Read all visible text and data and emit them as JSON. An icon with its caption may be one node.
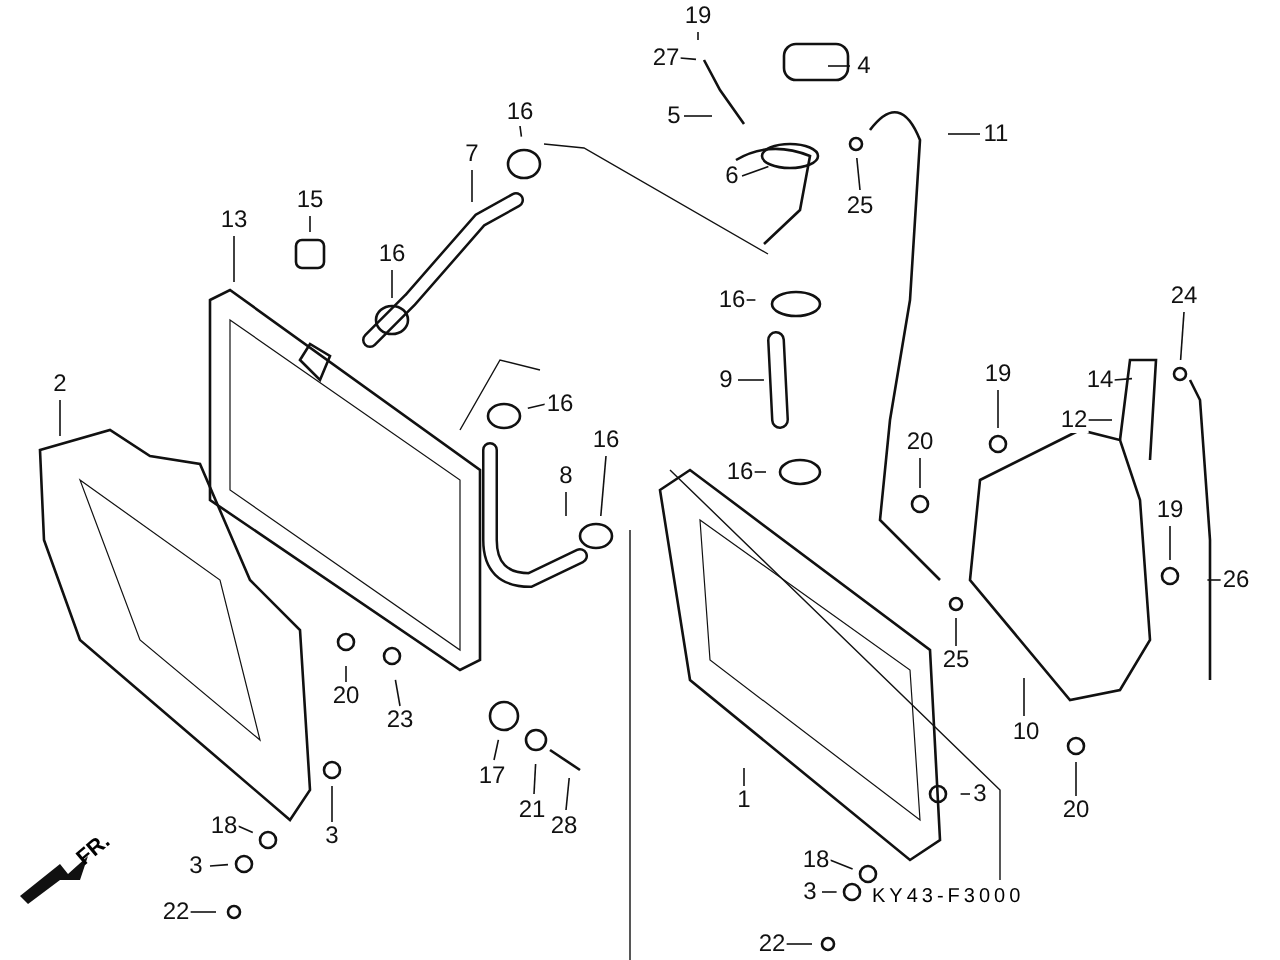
{
  "diagram": {
    "nodes": [
      {
        "text": [
          "19"
        ]
      },
      {
        "text": [
          "27"
        ]
      },
      {
        "text": [
          "4"
        ]
      },
      {
        "text": [
          "5"
        ]
      },
      {
        "text": [
          "6"
        ]
      },
      {
        "text": [
          "7"
        ]
      },
      {
        "text": [
          "16"
        ]
      },
      {
        "text": [
          "11"
        ]
      },
      {
        "text": [
          "25"
        ]
      },
      {
        "text": [
          "13"
        ]
      },
      {
        "text": [
          "15"
        ]
      },
      {
        "text": [
          "16"
        ]
      },
      {
        "text": [
          "16"
        ]
      },
      {
        "text": [
          "16"
        ]
      },
      {
        "text": [
          "8"
        ]
      },
      {
        "text": [
          "16"
        ]
      },
      {
        "text": [
          "9"
        ]
      },
      {
        "text": [
          "16"
        ]
      },
      {
        "text": [
          "19"
        ]
      },
      {
        "text": [
          "20"
        ]
      },
      {
        "text": [
          "24"
        ]
      },
      {
        "text": [
          "14"
        ]
      },
      {
        "text": [
          "12"
        ]
      },
      {
        "text": [
          "2"
        ]
      },
      {
        "text": [
          "20"
        ]
      },
      {
        "text": [
          "23"
        ]
      },
      {
        "text": [
          "19"
        ]
      },
      {
        "text": [
          "26"
        ]
      },
      {
        "text": [
          "25"
        ]
      },
      {
        "text": [
          "10"
        ]
      },
      {
        "text": [
          "1"
        ]
      },
      {
        "text": [
          "3"
        ]
      },
      {
        "text": [
          "17"
        ]
      },
      {
        "text": [
          "21"
        ]
      },
      {
        "text": [
          "28"
        ]
      },
      {
        "text": [
          "3"
        ]
      },
      {
        "text": [
          "18"
        ]
      },
      {
        "text": [
          "3"
        ]
      },
      {
        "text": [
          "22"
        ]
      },
      {
        "text": [
          "20"
        ]
      },
      {
        "text": [
          "18"
        ]
      },
      {
        "text": [
          "3"
        ]
      },
      {
        "text": [
          "22"
        ]
      }
    ],
    "edges": [
      {
        "from": 0,
        "to": null,
        "arrow": "none"
      },
      {
        "from": 1,
        "to": null,
        "arrow": "none"
      },
      {
        "from": 2,
        "to": null,
        "arrow": "none"
      },
      {
        "from": 3,
        "to": null,
        "arrow": "none"
      },
      {
        "from": 4,
        "to": null,
        "arrow": "none"
      },
      {
        "from": 5,
        "to": null,
        "arrow": "none"
      },
      {
        "from": 6,
        "to": null,
        "arrow": "none"
      },
      {
        "from": 7,
        "to": null,
        "arrow": "none"
      },
      {
        "from": 8,
        "to": null,
        "arrow": "none"
      },
      {
        "from": 9,
        "to": null,
        "arrow": "none"
      },
      {
        "from": 10,
        "to": null,
        "arrow": "none"
      },
      {
        "from": 11,
        "to": null,
        "arrow": "none"
      },
      {
        "from": 12,
        "to": null,
        "arrow": "none"
      },
      {
        "from": 13,
        "to": null,
        "arrow": "none"
      },
      {
        "from": 14,
        "to": null,
        "arrow": "none"
      },
      {
        "from": 15,
        "to": null,
        "arrow": "none"
      },
      {
        "from": 16,
        "to": null,
        "arrow": "none"
      },
      {
        "from": 17,
        "to": null,
        "arrow": "none"
      },
      {
        "from": 18,
        "to": null,
        "arrow": "none"
      },
      {
        "from": 19,
        "to": null,
        "arrow": "none"
      },
      {
        "from": 20,
        "to": null,
        "arrow": "none"
      },
      {
        "from": 21,
        "to": null,
        "arrow": "none"
      },
      {
        "from": 22,
        "to": null,
        "arrow": "none"
      },
      {
        "from": 23,
        "to": null,
        "arrow": "none"
      },
      {
        "from": 24,
        "to": null,
        "arrow": "none"
      },
      {
        "from": 25,
        "to": null,
        "arrow": "none"
      },
      {
        "from": 26,
        "to": null,
        "arrow": "none"
      },
      {
        "from": 27,
        "to": null,
        "arrow": "none"
      },
      {
        "from": 28,
        "to": null,
        "arrow": "none"
      },
      {
        "from": 29,
        "to": null,
        "arrow": "none"
      },
      {
        "from": 30,
        "to": null,
        "arrow": "none"
      },
      {
        "from": 31,
        "to": null,
        "arrow": "none"
      },
      {
        "from": 32,
        "to": null,
        "arrow": "none"
      },
      {
        "from": 33,
        "to": null,
        "arrow": "none"
      },
      {
        "from": 34,
        "to": null,
        "arrow": "none"
      },
      {
        "from": 35,
        "to": null,
        "arrow": "none"
      },
      {
        "from": 36,
        "to": null,
        "arrow": "none"
      },
      {
        "from": 37,
        "to": null,
        "arrow": "none"
      },
      {
        "from": 38,
        "to": null,
        "arrow": "none"
      },
      {
        "from": 39,
        "to": null,
        "arrow": "none"
      },
      {
        "from": 40,
        "to": null,
        "arrow": "none"
      },
      {
        "from": 41,
        "to": null,
        "arrow": "none"
      },
      {
        "from": 42,
        "to": null,
        "arrow": "none"
      }
    ],
    "labels": [
      "FR.",
      "KY43-F3000"
    ]
  }
}
